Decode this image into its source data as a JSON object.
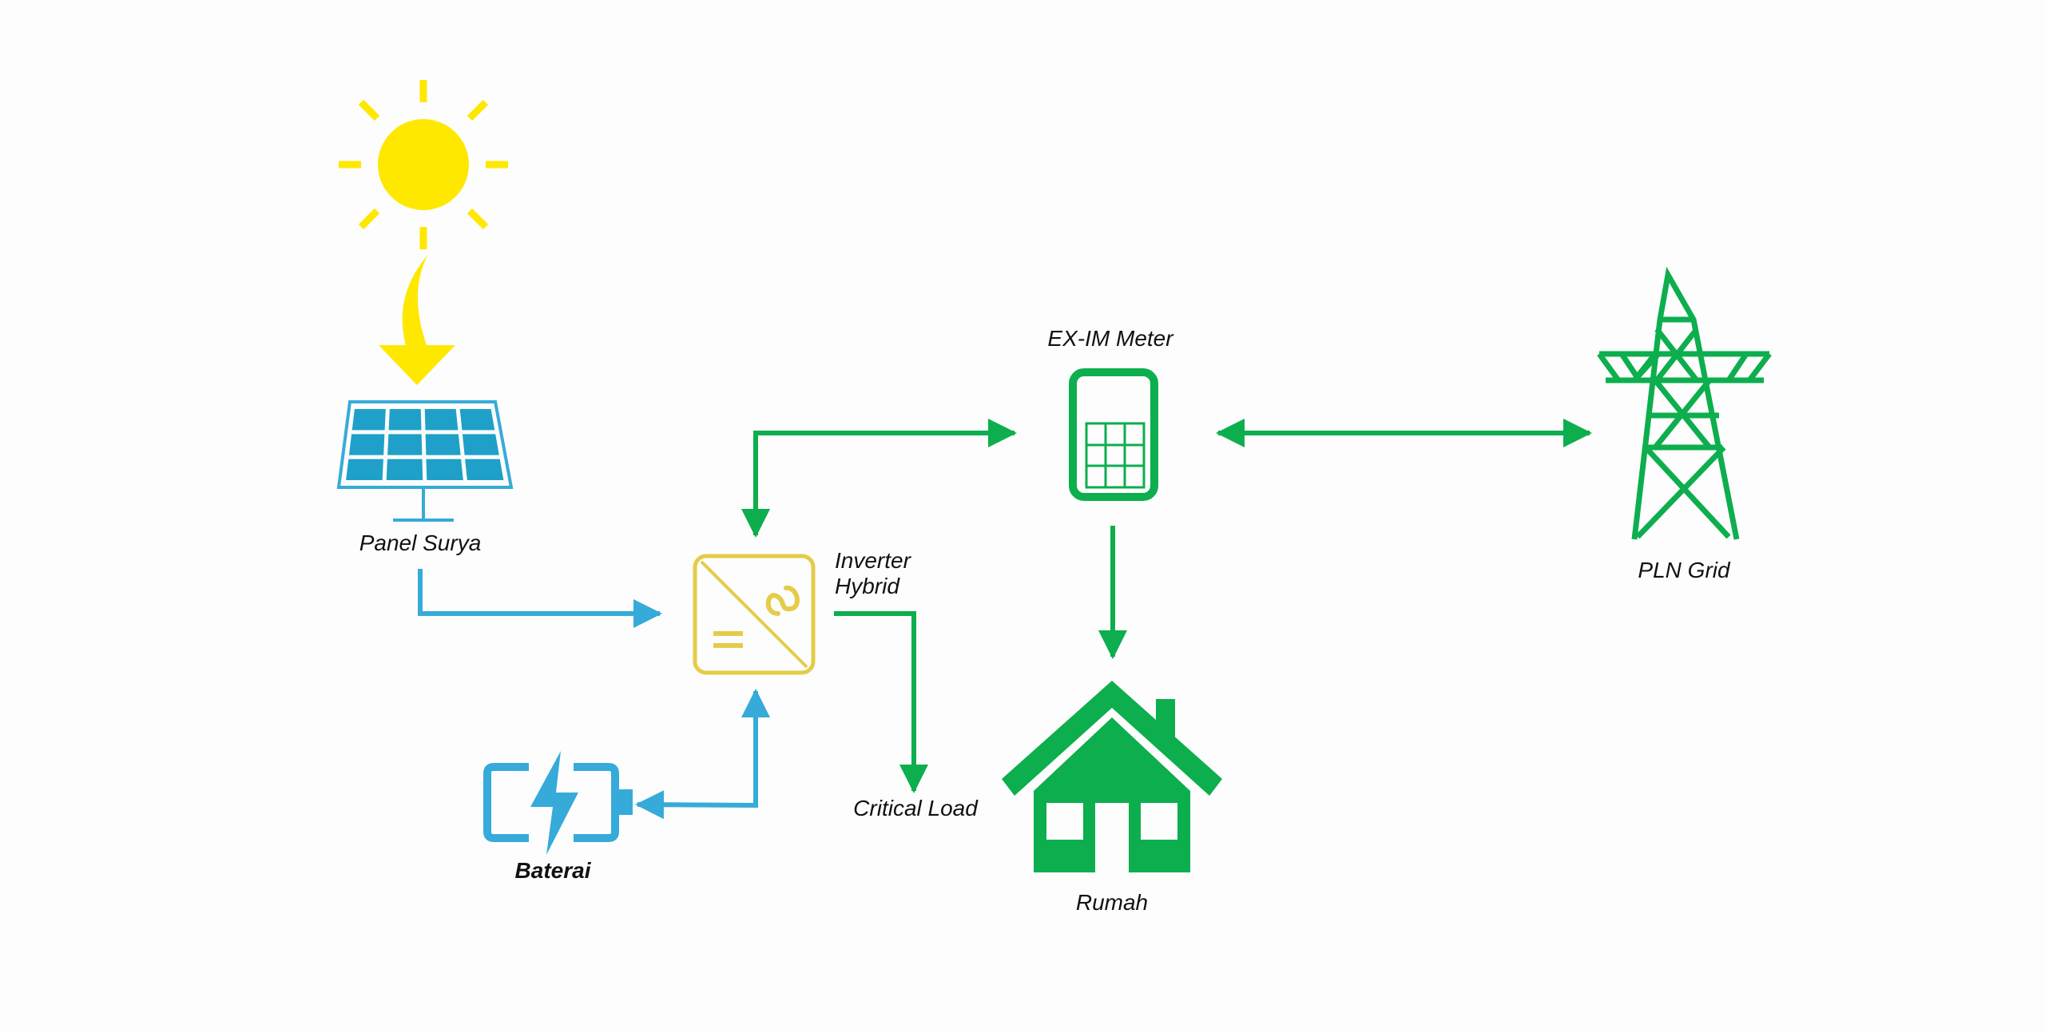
{
  "labels": {
    "panel": "Panel Surya",
    "inverter_line1": "Inverter",
    "inverter_line2": "Hybrid",
    "meter": "EX-IM Meter",
    "grid": "PLN Grid",
    "battery": "Baterai",
    "critical_load": "Critical Load",
    "house": "Rumah"
  },
  "icons": {
    "sun": "sun-icon",
    "panel": "solar-panel-icon",
    "inverter": "inverter-icon",
    "battery": "battery-icon",
    "meter": "meter-icon",
    "tower": "transmission-tower-icon",
    "house": "house-icon"
  },
  "colors": {
    "sun": "#FFE800",
    "dc": "#36ABD9",
    "ac": "#0DAE4E",
    "inverter": "#E5CC48",
    "background": "#FDFDFD",
    "text": "#111111"
  }
}
